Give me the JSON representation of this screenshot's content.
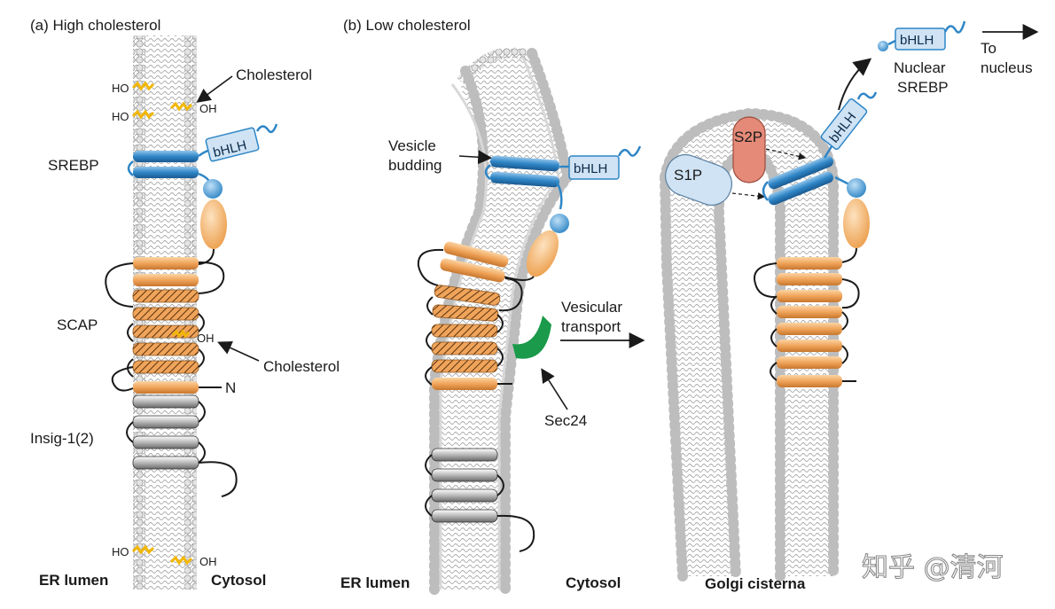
{
  "panel_a": {
    "title": "(a) High cholesterol",
    "cholesterol_top": "Cholesterol",
    "ho": "HO",
    "oh": "OH",
    "srebp": "SREBP",
    "bhlh": "bHLH",
    "scap": "SCAP",
    "cholesterol_mid": "Cholesterol",
    "n_terminus": "N",
    "insig": "Insig-1(2)",
    "er_lumen": "ER lumen",
    "cytosol": "Cytosol"
  },
  "panel_b": {
    "title": "(b) Low cholesterol",
    "vesicle_budding": [
      "Vesicle",
      "budding"
    ],
    "bhlh": "bHLH",
    "vesicular_transport": [
      "Vesicular",
      "transport"
    ],
    "sec24": "Sec24",
    "s1p": "S1P",
    "s2p": "S2P",
    "nuclear_srebp": [
      "Nuclear",
      "SREBP"
    ],
    "to_nucleus": [
      "To",
      "nucleus"
    ],
    "er_lumen": "ER lumen",
    "cytosol": "Cytosol",
    "golgi": "Golgi cisterna"
  },
  "colors": {
    "membrane": "#c9c9c9",
    "srebp_blue": "#2f86c6",
    "scap_orange": "#f0a45a",
    "insig_gray": "#8c8c8c",
    "s1p_fill": "#cfe3f4",
    "s2p_fill": "#e58a78",
    "sec24_green": "#1a9a4a",
    "cholesterol_yellow": "#f2b705"
  },
  "watermark": "知乎 @清河"
}
